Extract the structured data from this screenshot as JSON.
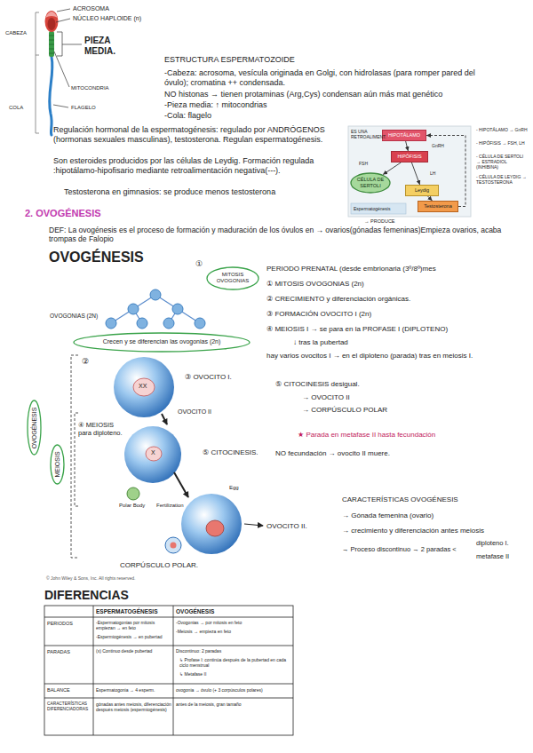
{
  "diagram": {
    "nodes": [
      {
        "text": [
          "HIPOTÁLAMO"
        ]
      },
      {
        "text": [
          "HIPÓFISIS"
        ]
      },
      {
        "text": [
          "CÉLULA DE SERTOLI"
        ]
      },
      {
        "text": [
          "Leydig"
        ]
      },
      {
        "text": [
          "Testosterona"
        ]
      },
      {
        "text": [
          "MITOSIS OVOGONIAS"
        ]
      },
      {
        "text": [
          "Crecen y se diferencian las ovogonias (2n)"
        ]
      },
      {
        "text": [
          "OVOGÉNESIS"
        ]
      },
      {
        "text": [
          "MEIOSIS"
        ]
      }
    ],
    "edges": [
      {
        "from": 0,
        "to": 1,
        "arrow": "to"
      },
      {
        "from": 1,
        "to": 2,
        "arrow": "to"
      },
      {
        "from": 1,
        "to": 3,
        "arrow": "to"
      },
      {
        "from": 3,
        "to": 4,
        "arrow": "to"
      },
      {
        "from": 4,
        "to": 0,
        "arrow": "to"
      }
    ],
    "labels": [
      "CABEZA",
      "COLA",
      "ACROSOMA",
      "NÚCLEO HAPLOIDE (n)",
      "PIEZA MEDIA.",
      "MITOCONDRIA",
      "FLAGELO",
      "ESTRUCTURA ESPERMATOZOIDE",
      "-Cabeza: acrosoma, vesícula originada en Golgi, con hidrolasas (para romper pared del óvulo); cromatina ++ condensada.",
      "NO histonas → tienen protaminas (Arg,Cys) condensan aún más mat genético",
      "-Pieza media: ↑ mitocondrias",
      "-Cola: flagelo",
      "Regulación hormonal de la espermatogénesis: regulado por ANDRÓGENOS (hormonas sexuales masculinas), testosterona. Regulan espermatogénesis.",
      "Son esteroides producidos por las células de Leydig. Formación regulada :hipotálamo-hipofisario mediante retroalimentación negativa(---).",
      "Testosterona en gimnasios: se produce menos testosterona",
      "ES UNA RETROALIMENT.",
      "GnRH",
      "FSH",
      "LH",
      "Espermatogénesis",
      "→ PRODUCE",
      "- HIPOTÁLAMO → GnRH",
      "- HIPÓFISIS → FSH, LH",
      "- CÉLULA DE SERTOLI → ESTRADIOL (INHIBINA)",
      "- CÉLULA DE LEYDIG → TESTOSTERONA",
      "2. OVOGÉNESIS",
      "DEF: La ovogénesis es el proceso de formación y maduración de los óvulos en → ovarios(gónadas femeninas)Empieza ovarios, acaba trompas de Falopio",
      "OVOGÉNESIS",
      "①",
      "OVOGONIAS (2N)",
      "②",
      "③ OVOCITO I.",
      "④ MEIOSIS para diploteno.",
      "OVOCITO II",
      "⑤ CITOCINESIS.",
      "XX",
      "X",
      "Polar Body",
      "Fertilization",
      "Egg",
      "OVOCITO II.",
      "CORPÚSCULO POLAR.",
      "© John Wiley & Sons, Inc. All rights reserved.",
      "PERIODO PRENATAL (desde embrionaria (3º/8º)mes",
      "① MITOSIS OVOGONIAS (2n)",
      "② CRECIMIENTO y diferenciación orgánicas.",
      "③ FORMACIÓN OVOCITO I (2n)",
      "④ MEIOSIS I → se para en la PROFASE I (DIPLOTENO)",
      "↓ tras la pubertad",
      "hay varios ovocitos I → en el diploteno (parada) tras en meiosis I.",
      "⑤ CITOCINESIS desigual.",
      "→ OVOCITO II",
      "→ CORPÚSCULO POLAR",
      "★ Parada en metafase II hasta fecundación",
      "NO fecundación → ovocito II muere.",
      "CARACTERÍSTICAS OVOGÉNESIS",
      "→ Gónada femenina (ovario)",
      "→ crecimiento y diferenciación antes meiosis",
      "→ Proceso discontinuo → 2 paradas <",
      "diploteno I.",
      "metafase II",
      "DIFERENCIAS",
      "ESPERMATOGÉNESIS",
      "OVOGÉNESIS",
      "PERIODOS",
      "-Espermatogonias por mitosis empiezan → en feto",
      "-Espermiogénesis → en pubertad",
      "-Ovogonias → por mitosis en feto",
      "-Meiosis → empieza en feto",
      "PARADAS",
      "(x) Continuo desde pubertad",
      "Discontinuo: 2 paradas",
      "↳ Profase I: continúa después de la pubertad en cada ciclo menstrual",
      "↳ Metafase II",
      "BALANCE",
      "Espermatogonia → 4 esperm.",
      "ovogonia → óvulo (+ 3 corpúsculos polares)",
      "CARACTERÍSTICAS DIFERENCIADORAS",
      "gónadas antes meiosis, diferenciación después meiosis (espermiogénesis)",
      "antes de la meiosis, gran tamaño"
    ]
  }
}
